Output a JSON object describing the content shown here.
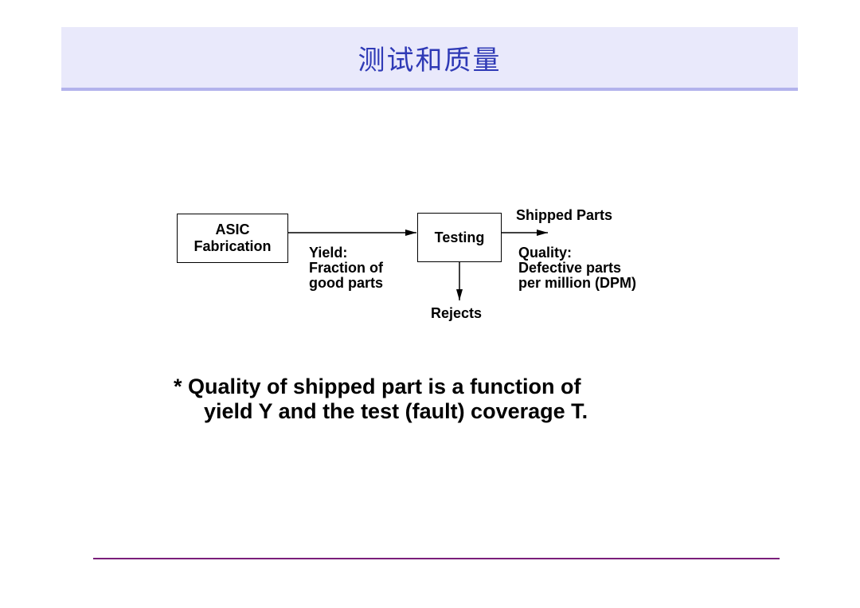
{
  "slide": {
    "title": "测试和质量",
    "colors": {
      "title_bar_bg": "#e9e9fb",
      "title_bar_rule": "#b3b3ec",
      "title_text": "#2f3ab6",
      "footer_rule": "#7a1e7a"
    }
  },
  "diagram": {
    "asic_box": {
      "line1": "ASIC",
      "line2": "Fabrication"
    },
    "testing_box": {
      "label": "Testing"
    },
    "yield_label": {
      "line1": "Yield:",
      "line2": "Fraction of",
      "line3": "good parts"
    },
    "shipped_label": "Shipped Parts",
    "quality_label": {
      "line1": "Quality:",
      "line2": "Defective parts",
      "line3": "per million (DPM)"
    },
    "rejects_label": "Rejects"
  },
  "note": {
    "line1": "* Quality of shipped part is a function of",
    "line2": "yield Y and the test  (fault) coverage T."
  }
}
